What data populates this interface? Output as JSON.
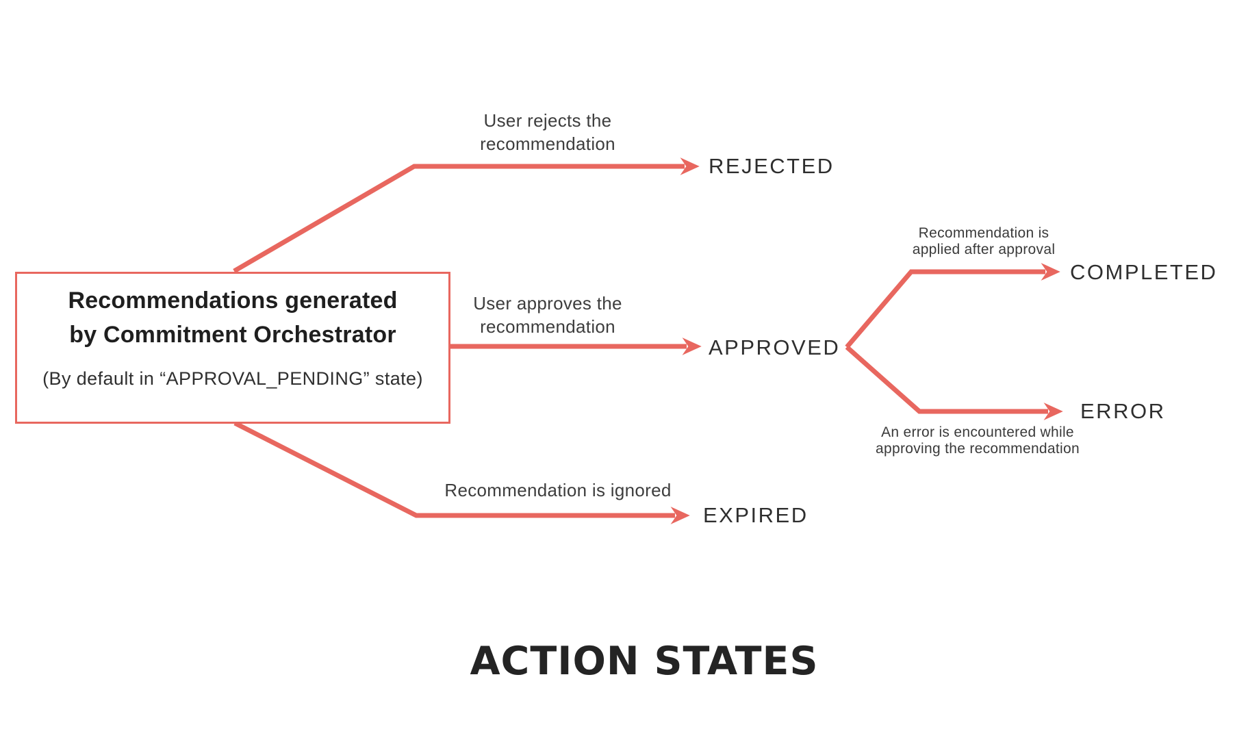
{
  "diagram": {
    "title": "ACTION STATES",
    "source_box": {
      "title_line1": "Recommendations generated",
      "title_line2": "by Commitment Orchestrator",
      "subtitle": "(By default in “APPROVAL_PENDING” state)"
    },
    "labels": {
      "reject": {
        "l1": "User rejects the",
        "l2": "recommendation"
      },
      "approve": {
        "l1": "User approves the",
        "l2": "recommendation"
      },
      "complete": {
        "l1": "Recommendation is",
        "l2": "applied after approval"
      },
      "error": {
        "l1": "An error is encountered while",
        "l2": "approving the recommendation"
      },
      "expire": {
        "l1": "Recommendation is ignored"
      }
    },
    "states": {
      "rejected": "REJECTED",
      "approved": "APPROVED",
      "completed": "COMPLETED",
      "error": "ERROR",
      "expired": "EXPIRED"
    },
    "colors": {
      "accent": "#e8675f",
      "state_text": "#2e2e2e",
      "caption_text": "#3d3d3d",
      "title_text": "#242424",
      "background": "#ffffff"
    }
  }
}
